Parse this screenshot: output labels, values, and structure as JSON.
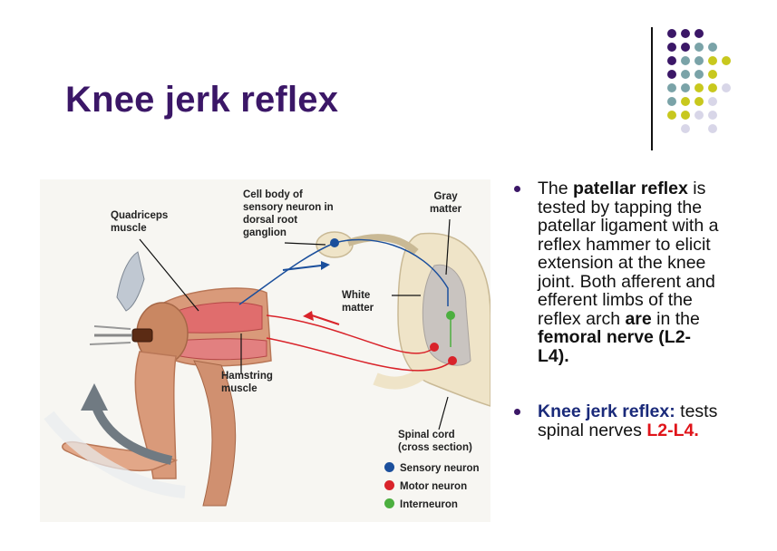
{
  "slide": {
    "title": "Knee jerk reflex"
  },
  "figure": {
    "labels": {
      "quadriceps": [
        "Quadriceps",
        "muscle"
      ],
      "cell_body": [
        "Cell body of",
        "sensory neuron in",
        "dorsal root",
        "ganglion"
      ],
      "gray_matter": [
        "Gray",
        "matter"
      ],
      "white_matter": [
        "White",
        "matter"
      ],
      "hamstring": [
        "Hamstring",
        "muscle"
      ],
      "spinal_cord": [
        "Spinal cord",
        "(cross section)"
      ]
    },
    "legend": [
      {
        "label": "Sensory neuron",
        "color": "#1b4f9c"
      },
      {
        "label": "Motor neuron",
        "color": "#d9232a"
      },
      {
        "label": "Interneuron",
        "color": "#4caf3f"
      }
    ]
  },
  "bullets": {
    "first": {
      "t1": "The ",
      "t2": "patellar reflex",
      "t3": " is tested by tapping the patellar ligament with a reflex hammer to elicit extension at the knee joint. Both afferent and efferent limbs of the reflex arch ",
      "t4": "are",
      "t5": " in the ",
      "t6": "femoral nerve (L2-L4)."
    },
    "second": {
      "t1": "Knee jerk reflex:",
      "t2": " tests spinal nerves ",
      "t3": "L2-L4."
    }
  },
  "colors": {
    "title": "#3b1767",
    "sensory": "#1b4f9c",
    "motor": "#d9232a",
    "interneuron": "#4caf3f",
    "dot_purple": "#3b1767",
    "dot_teal": "#7aa3a8",
    "dot_yellow": "#c8c81e",
    "dot_lavender": "#d8d6e8"
  }
}
